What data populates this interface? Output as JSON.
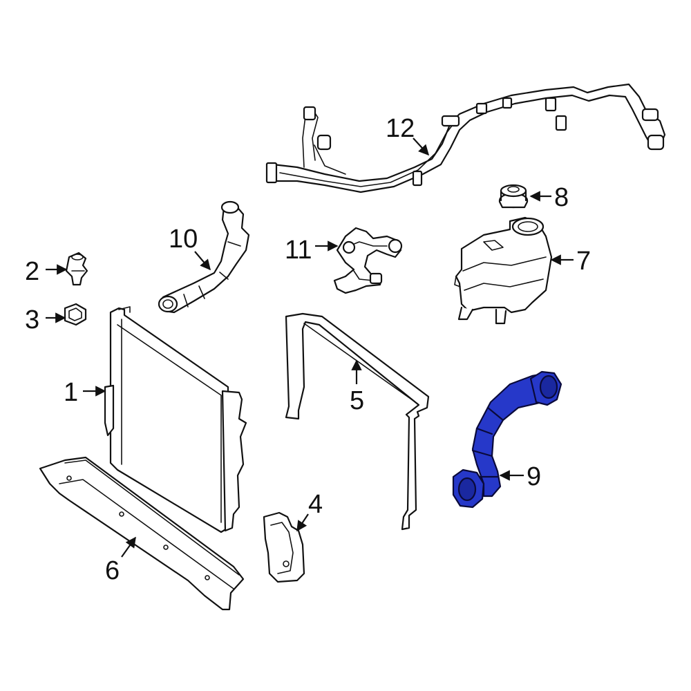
{
  "colors": {
    "line": "#111111",
    "highlight": "#2638c9",
    "background": "#ffffff"
  },
  "highlighted_part": "9",
  "callouts": [
    {
      "id": "c1",
      "label": "1"
    },
    {
      "id": "c2",
      "label": "2"
    },
    {
      "id": "c3",
      "label": "3"
    },
    {
      "id": "c4",
      "label": "4"
    },
    {
      "id": "c5",
      "label": "5"
    },
    {
      "id": "c6",
      "label": "6"
    },
    {
      "id": "c7",
      "label": "7"
    },
    {
      "id": "c8",
      "label": "8"
    },
    {
      "id": "c9",
      "label": "9"
    },
    {
      "id": "c10",
      "label": "10"
    },
    {
      "id": "c11",
      "label": "11"
    },
    {
      "id": "c12",
      "label": "12"
    }
  ]
}
